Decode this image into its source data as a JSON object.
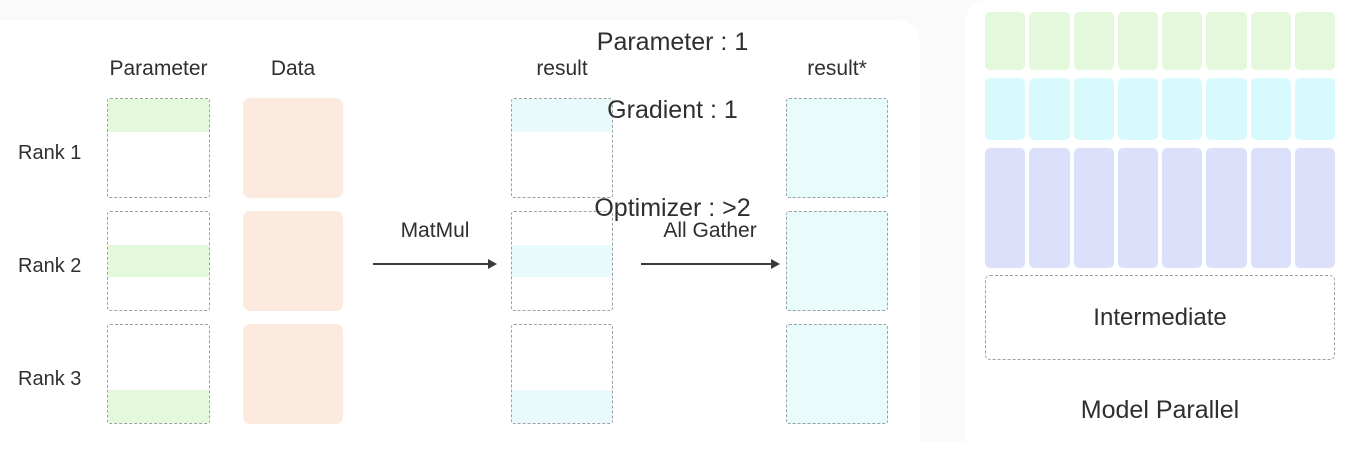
{
  "diagram": {
    "title": "Model Parallel",
    "columns": [
      {
        "id": "parameter",
        "header": "Parameter"
      },
      {
        "id": "data",
        "header": "Data"
      },
      {
        "id": "result",
        "header": "result"
      },
      {
        "id": "result_star",
        "header": "result*"
      }
    ],
    "ranks": [
      {
        "label": "Rank 1",
        "parameter_slot": 0,
        "result_slot": 0
      },
      {
        "label": "Rank 2",
        "parameter_slot": 1,
        "result_slot": 1
      },
      {
        "label": "Rank 3",
        "parameter_slot": 2,
        "result_slot": 2
      }
    ],
    "operations": [
      {
        "id": "matmul",
        "label": "MatMul"
      },
      {
        "id": "allgather",
        "label": "All Gather"
      }
    ],
    "colors": {
      "parameter_fill": "#e4f8db",
      "data_fill": "#fceade",
      "result_fill": "#e8fafc",
      "result_star_fill": "#e8fcfc",
      "optimizer_fill": "#dde0fb",
      "gradient_fill": "#d9fafc",
      "dash_border": "#9aa0a6",
      "panel_background": "#ffffff",
      "page_background": "#fafafa",
      "text": "#2f2f2f"
    }
  },
  "legend": {
    "rows": [
      {
        "id": "parameter",
        "text": "Parameter : 1",
        "color": "#e4f8db",
        "cells": 8
      },
      {
        "id": "gradient",
        "text": "Gradient : 1",
        "color": "#d9fafc",
        "cells": 8
      },
      {
        "id": "optimizer",
        "text": "Optimizer : >2",
        "color": "#dde0fb",
        "cells": 8
      }
    ],
    "intermediate_label": "Intermediate",
    "caption": "Model Parallel"
  }
}
